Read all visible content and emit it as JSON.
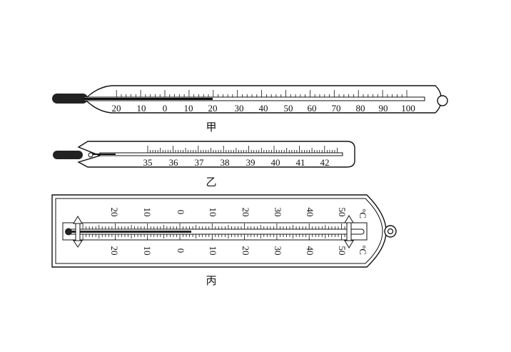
{
  "thermometers": {
    "jia": {
      "caption": "甲",
      "scale_labels": [
        "20",
        "10",
        "0",
        "10",
        "20",
        "30",
        "40",
        "50",
        "60",
        "70",
        "80",
        "90",
        "100"
      ],
      "liquid_reading": 20
    },
    "yi": {
      "caption": "乙",
      "scale_labels": [
        "35",
        "36",
        "37",
        "38",
        "39",
        "40",
        "41",
        "42"
      ]
    },
    "bing": {
      "caption": "丙",
      "scale_labels": [
        "20",
        "10",
        "0",
        "10",
        "20",
        "30",
        "40",
        "50"
      ],
      "unit": "°C",
      "liquid_reading": 3
    }
  }
}
